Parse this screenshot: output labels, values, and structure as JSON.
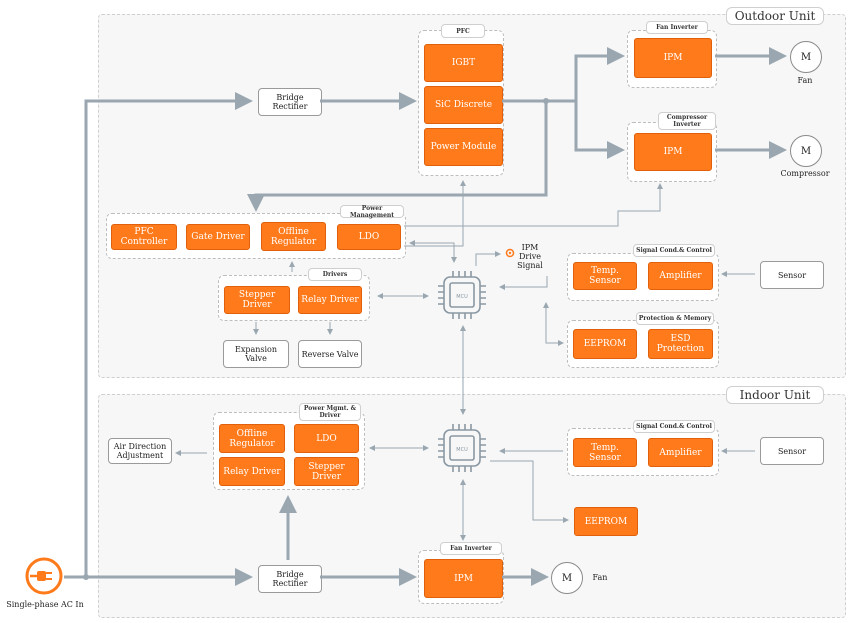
{
  "outdoor": {
    "title": "Outdoor Unit",
    "bridge": "Bridge\nRectifier",
    "pfc": {
      "label": "PFC",
      "igbt": "IGBT",
      "sic": "SiC Discrete",
      "module": "Power Module"
    },
    "fan_inverter": {
      "label": "Fan Inverter",
      "ipm": "IPM",
      "motor": "M",
      "motor_label": "Fan"
    },
    "comp_inverter": {
      "label": "Compressor\nInverter",
      "ipm": "IPM",
      "motor": "M",
      "motor_label": "Compressor"
    },
    "power_mgmt": {
      "label": "Power Management",
      "pfc_controller": "PFC Controller",
      "gate_driver": "Gate Driver",
      "offline_regulator": "Offline\nRegulator",
      "ldo": "LDO"
    },
    "drivers": {
      "label": "Drivers",
      "stepper": "Stepper Driver",
      "relay": "Relay Driver"
    },
    "expansion_valve": "Expansion\nValve",
    "reverse_valve": "Reverse Valve",
    "mcu": "MCU",
    "ipm_drive_signal": "IPM\nDrive\nSignal",
    "signal": {
      "label": "Signal Cond.& Control",
      "temp": "Temp. Sensor",
      "amp": "Amplifier",
      "sensor": "Sensor"
    },
    "protection": {
      "label": "Protection & Memory",
      "eeprom": "EEPROM",
      "esd": "ESD Protection"
    }
  },
  "indoor": {
    "title": "Indoor Unit",
    "power_mgmt": {
      "label": "Power Mgmt. &\nDriver",
      "offline_regulator": "Offline\nRegulator",
      "ldo": "LDO",
      "relay": "Relay Driver",
      "stepper": "Stepper Driver"
    },
    "air_direction": "Air Direction\nAdjustment",
    "mcu": "MCU",
    "signal": {
      "label": "Signal Cond.& Control",
      "temp": "Temp. Sensor",
      "amp": "Amplifier",
      "sensor": "Sensor"
    },
    "eeprom": "EEPROM",
    "bridge": "Bridge\nRectifier",
    "fan_inverter": {
      "label": "Fan Inverter",
      "ipm": "IPM",
      "motor": "M",
      "motor_label": "Fan"
    }
  },
  "ac_input": "Single-phase AC In",
  "colors": {
    "accent": "#ff7a1a",
    "wire": "#9aa7b0",
    "border": "#cfcfcf"
  },
  "icons": [
    "plug-icon",
    "chip-icon",
    "motor-icon",
    "signal-dot-icon"
  ]
}
